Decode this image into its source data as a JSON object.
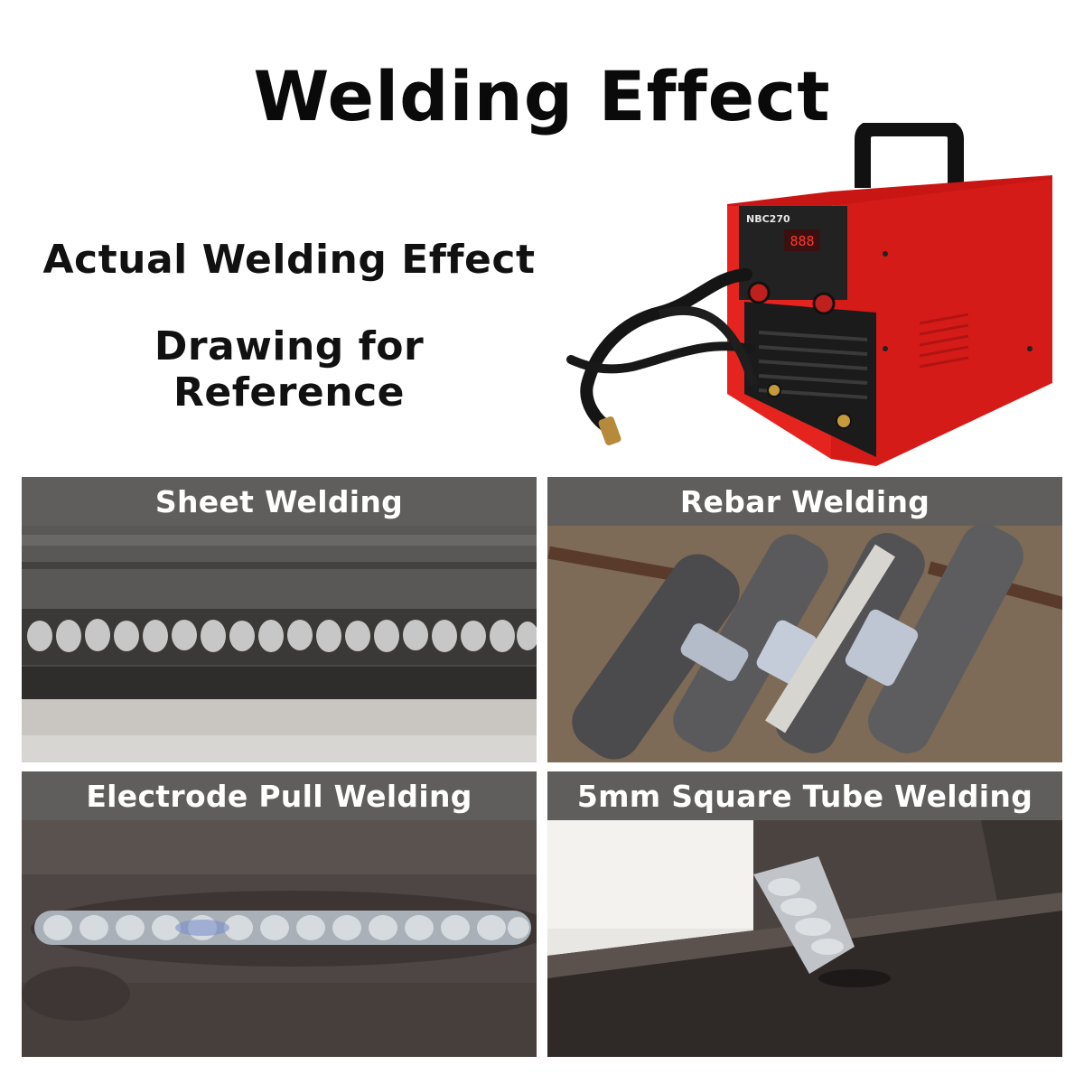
{
  "title": "Welding Effect",
  "subtitle_line1": "Actual Welding Effect",
  "subtitle_line2": "Drawing for Reference",
  "machine": {
    "model_label": "NBC270",
    "body_color": "#e0201e"
  },
  "panels": [
    {
      "label": "Sheet Welding"
    },
    {
      "label": "Rebar Welding"
    },
    {
      "label": "Electrode Pull Welding"
    },
    {
      "label": "5mm Square Tube Welding"
    }
  ]
}
